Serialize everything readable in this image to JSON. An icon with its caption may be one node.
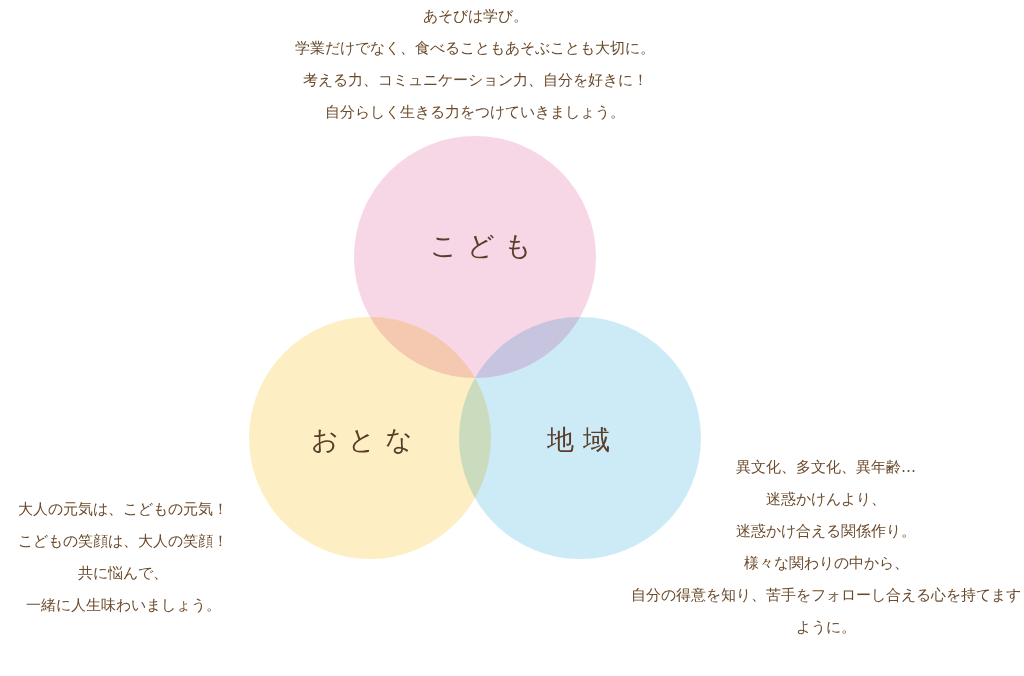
{
  "diagram": {
    "nodes": [
      {
        "text": [
          "こども"
        ],
        "beside": [
          "あそびは学び。",
          "学業だけでなく、食べることもあそぶことも大切に。",
          "考える力、コミュニケーション力、自分を好きに！",
          "自分らしく生きる力をつけていきましょう。"
        ]
      },
      {
        "text": [
          "おとな"
        ],
        "beside": [
          "大人の元気は、こどもの元気！",
          "こどもの笑顔は、大人の笑顔！",
          "共に悩んで、",
          "一緒に人生味わいましょう。"
        ]
      },
      {
        "text": [
          "地域"
        ],
        "beside": [
          "異文化、多文化、異年齢…",
          "迷惑かけんより、",
          "迷惑かけ合える関係作り。",
          "様々な関わりの中から、",
          "自分の得意を知り、苦手をフォローし合える心を持てますように。"
        ]
      }
    ]
  }
}
